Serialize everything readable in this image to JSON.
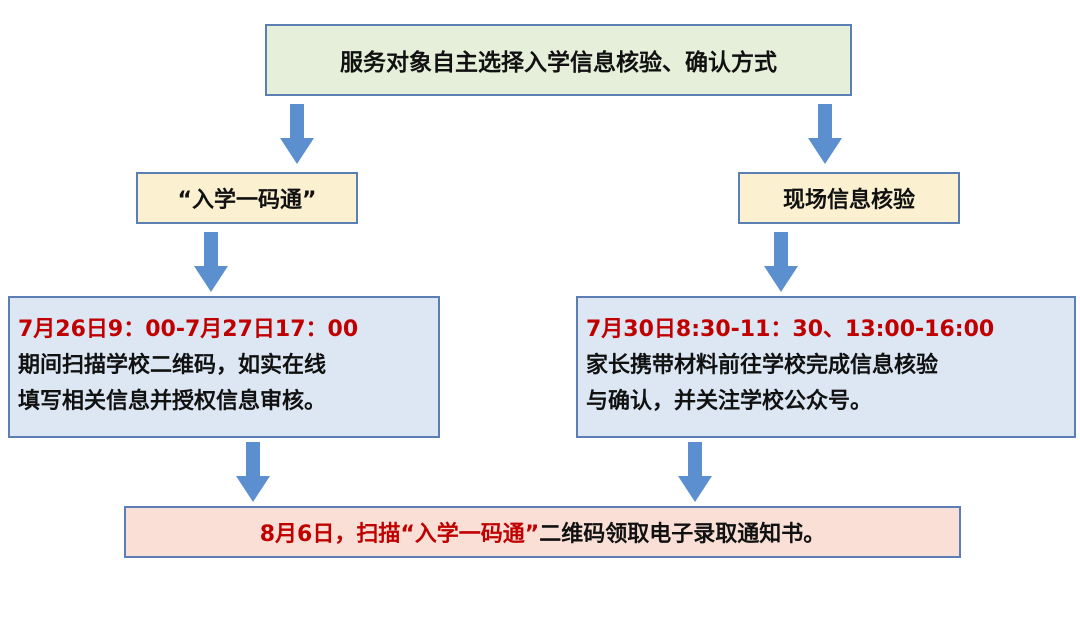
{
  "colors": {
    "arrow": "#5b8fd0",
    "border": "#5b7fb5",
    "top_fill": "#e5efd9",
    "label_fill": "#fbf1d0",
    "info_fill": "#dce7f3",
    "bottom_fill": "#f9dfd6",
    "highlight_text": "#c00000"
  },
  "top": {
    "text": "服务对象自主选择入学信息核验、确认方式"
  },
  "left": {
    "label": "“入学一码通”",
    "time": "7月26日9：00-7月27日17：00",
    "line1": "期间扫描学校二维码，如实在线",
    "line2": "填写相关信息并授权信息审核。"
  },
  "right": {
    "label": "现场信息核验",
    "time": "7月30日8:30-11：30、13:00-16:00",
    "line1": "家长携带材料前往学校完成信息核验",
    "line2": "与确认，并关注学校公众号。"
  },
  "bottom": {
    "highlight": "8月6日，扫描“入学一码通”",
    "rest": "二维码领取电子录取通知书。"
  }
}
